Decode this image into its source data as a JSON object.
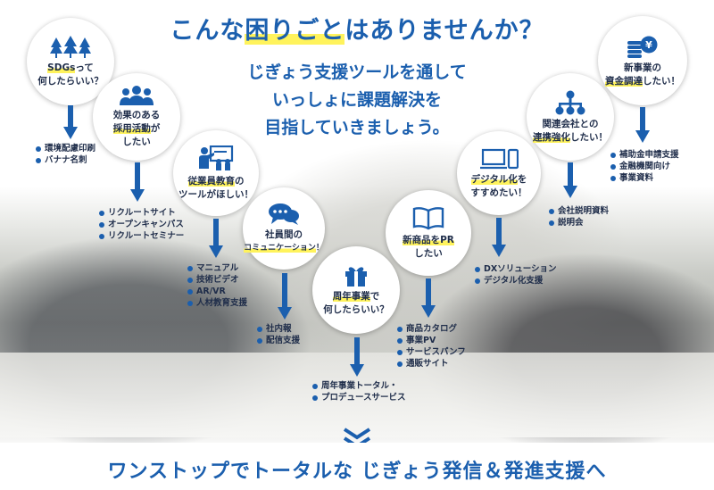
{
  "headline": {
    "before": "こんな",
    "highlight": "困りごと",
    "after": "はありませんか？"
  },
  "subcopy": [
    "じぎょう支援ツールを通して",
    "いっしょに課題解決を",
    "目指していきましょう。"
  ],
  "bubbles": [
    {
      "line1_u": "SDGs",
      "line1": "って",
      "line2": "何したらいい？",
      "icon": "trees-icon",
      "items": [
        "環境配慮印刷",
        "バナナ名刺"
      ]
    },
    {
      "line1": "効果のある",
      "line2_u": "採用活動",
      "line2": "が",
      "line3": "したい",
      "icon": "people-group-icon",
      "items": [
        "リクルートサイト",
        "オープンキャンパス",
        "リクルートセミナー"
      ]
    },
    {
      "line1_u": "従業員教育",
      "line1": "の",
      "line2": "ツールがほしい！",
      "icon": "teacher-board-icon",
      "items": [
        "マニュアル",
        "技術ビデオ",
        "AR/VR",
        "人材教育支援"
      ]
    },
    {
      "line1": "社員間の",
      "line2_u": "コミュニケーション",
      "line2": "！",
      "icon": "chat-bubbles-icon",
      "items": [
        "社内報",
        "配信支援"
      ]
    },
    {
      "line1_u": "周年事業",
      "line1": "で",
      "line2": "何したらいい？",
      "icon": "gift-box-icon",
      "items": [
        "周年事業トータル・",
        "プロデュースサービス"
      ]
    },
    {
      "line1_u": "新商品をPR",
      "line2": "したい",
      "icon": "open-book-icon",
      "items": [
        "商品カタログ",
        "事業PV",
        "サービスパンフ",
        "通販サイト"
      ]
    },
    {
      "line1_u": "デジタル化",
      "line1": "を",
      "line2": "すすめたい！",
      "icon": "laptop-phone-icon",
      "items": [
        "DXソリューション",
        "デジタル化支援"
      ]
    },
    {
      "line1": "関連会社との",
      "line2_u": "連携強化",
      "line2": "したい！",
      "icon": "network-hierarchy-icon",
      "items": [
        "会社説明資料",
        "説明会"
      ]
    },
    {
      "line1": "新事業の",
      "line2_u": "資金調達",
      "line2": "したい！",
      "icon": "coins-yen-icon",
      "items": [
        "補助金申請支援",
        "金融機関向け",
        "事業資料"
      ]
    }
  ],
  "footer": "ワンストップでトータルな じぎょう発信＆発進支援へ",
  "colors": {
    "brand_blue": "#1b5fae",
    "highlight_yellow": "#fff35c"
  }
}
